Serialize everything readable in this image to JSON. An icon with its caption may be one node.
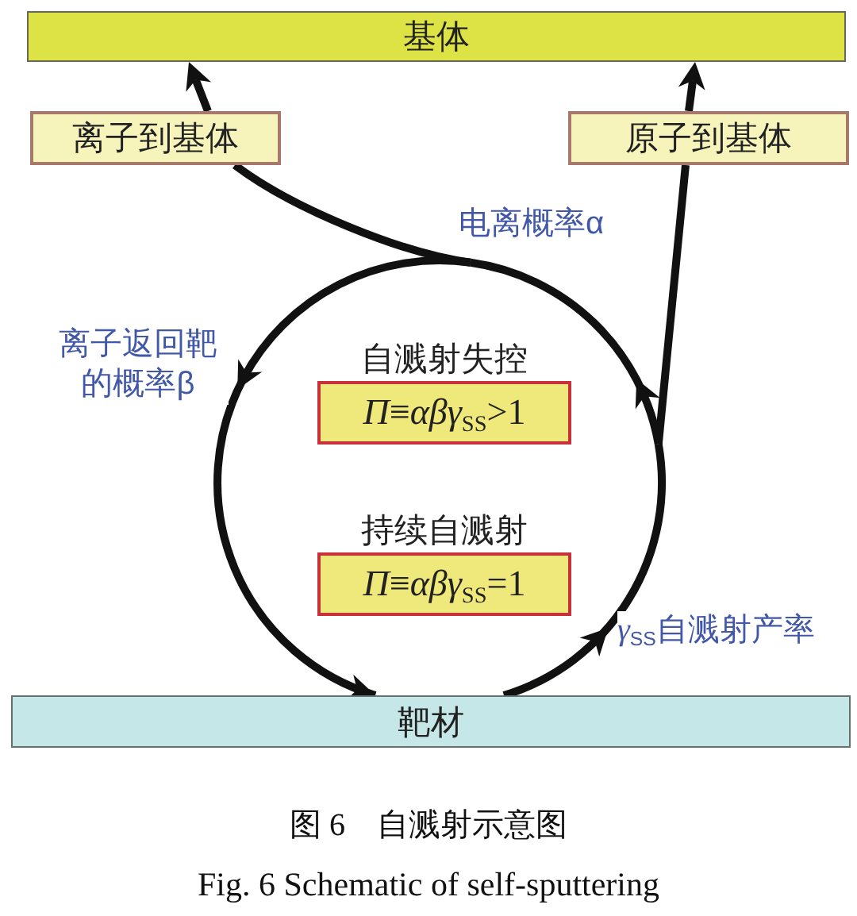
{
  "diagram": {
    "caption": "图 6　自溅射示意图",
    "nodes": [
      {
        "text": [
          "基体"
        ]
      },
      {
        "text": [
          "离子到基体"
        ]
      },
      {
        "text": [
          "原子到基体"
        ]
      },
      {
        "text": [
          "自溅射失控",
          "*Π*≡*αβγ*$_{SS}$>1"
        ]
      },
      {
        "text": [
          "持续自溅射",
          "*Π*≡*αβγ*$_{SS}$=1"
        ]
      },
      {
        "text": [
          "靶材"
        ]
      }
    ],
    "edges": [
      {
        "from": 5,
        "to": 2,
        "arrow": "to",
        "label": "*γ*$_{SS}$自溅射产率"
      },
      {
        "from": 5,
        "to": 1,
        "arrow": "to",
        "label": "电离概率α"
      },
      {
        "from": 5,
        "to": 5,
        "arrow": "to",
        "label": "离子返回靶的概率β"
      },
      {
        "from": 1,
        "to": 0,
        "arrow": "to"
      },
      {
        "from": 2,
        "to": 0,
        "arrow": "to"
      }
    ],
    "labels": [
      "Fig. 6 Schematic of self-sputtering"
    ]
  }
}
